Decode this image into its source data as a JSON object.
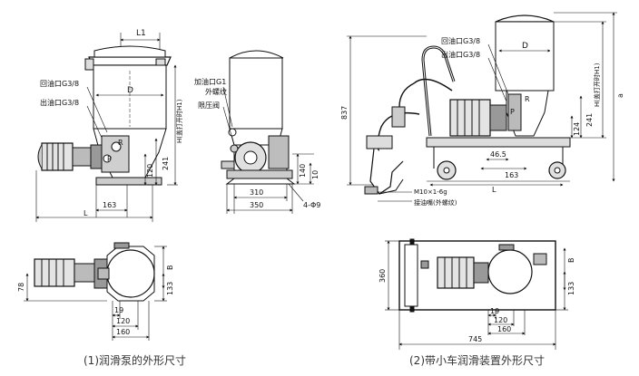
{
  "view1": {
    "l1": "L1",
    "d": "D",
    "return_port": "回油口G3/8",
    "outlet_port": "出油口G3/8",
    "r": "R",
    "p": "P",
    "h_label": "H(盖打开时H1)",
    "dim_241": "241",
    "dim_120": "120",
    "dim_163": "163",
    "l": "L"
  },
  "view2": {
    "fill_port": "加油口G1",
    "fill_port_thread": "外螺纹",
    "relief_valve": "限压阀",
    "dim_140": "140",
    "dim_10": "10",
    "dim_310": "310",
    "dim_350": "350",
    "holes": "4-Φ9"
  },
  "view3": {
    "b": "B",
    "dim_78": "78",
    "dim_133": "133",
    "dim_19": "19",
    "dim_120": "120",
    "dim_160": "160"
  },
  "view4": {
    "dim_837": "837",
    "return_port": "回油口G3/8",
    "outlet_port": "出油口G3/8",
    "d": "D",
    "r": "R",
    "p": "P",
    "h_label": "H(盖打开时H1)",
    "a": "a",
    "dim_241": "241",
    "dim_124": "124",
    "dim_46_5": "46.5",
    "dim_163": "163",
    "l": "L",
    "thread": "M10×1-6g",
    "nozzle": "接油嘴(外螺纹)"
  },
  "view5": {
    "dim_360": "360",
    "b": "B",
    "dim_133": "133",
    "dim_19": "19",
    "dim_120": "120",
    "dim_160": "160",
    "dim_745": "745"
  },
  "captions": {
    "left": "(1)润滑泵的外形尺寸",
    "right": "(2)带小车润滑装置外形尺寸"
  }
}
